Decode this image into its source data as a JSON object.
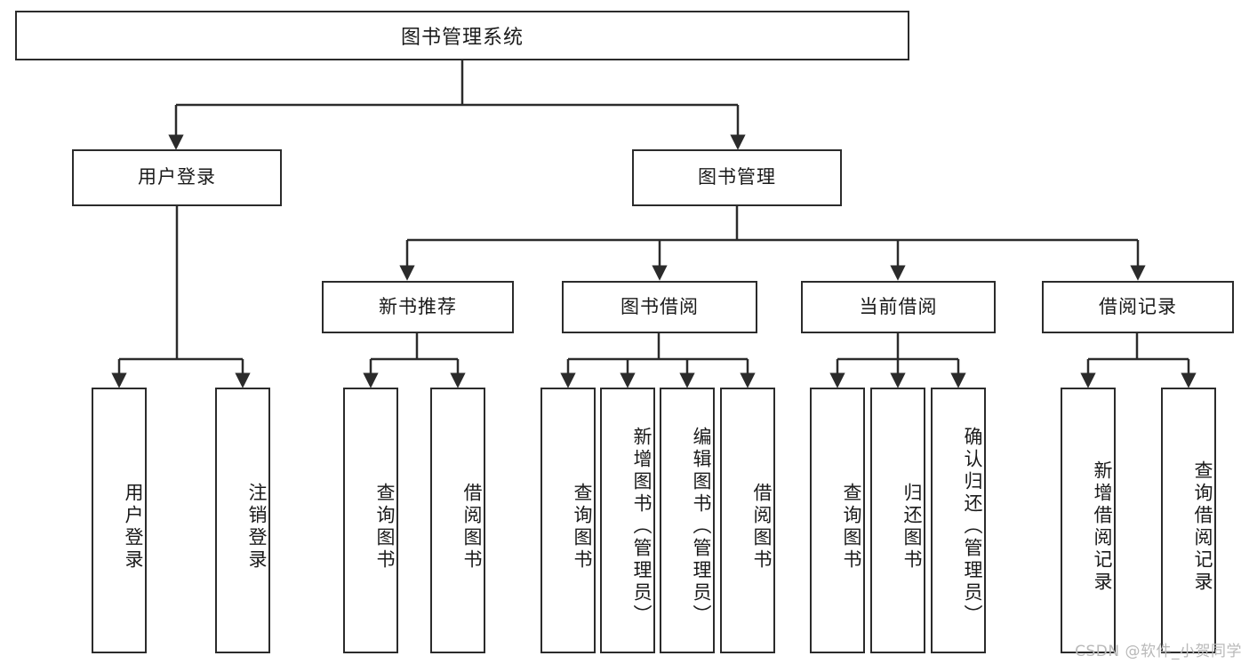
{
  "diagram": {
    "title": "图书管理系统",
    "type": "tree",
    "watermark": "CSDN @软件_小贺同学",
    "colors": {
      "stroke": "#2b2b2b",
      "fill": "#ffffff",
      "text": "#1a1a1a",
      "watermark": "#b9b9b9"
    },
    "levels": {
      "root": {
        "label": "图书管理系统"
      },
      "level2": [
        {
          "label": "用户登录"
        },
        {
          "label": "图书管理"
        }
      ],
      "level3": [
        {
          "label": "新书推荐"
        },
        {
          "label": "图书借阅"
        },
        {
          "label": "当前借阅"
        },
        {
          "label": "借阅记录"
        }
      ],
      "leaves": {
        "user_login": [
          {
            "label": "用户登录"
          },
          {
            "label": "注销登录"
          }
        ],
        "new_book_recommend": [
          {
            "label": "查询图书"
          },
          {
            "label": "借阅图书"
          }
        ],
        "book_borrow": [
          {
            "label": "查询图书"
          },
          {
            "label": "新增图书（管理员）"
          },
          {
            "label": "编辑图书（管理员）"
          },
          {
            "label": "借阅图书"
          }
        ],
        "current_borrow": [
          {
            "label": "查询图书"
          },
          {
            "label": "归还图书"
          },
          {
            "label": "确认归还（管理员）"
          }
        ],
        "borrow_record": [
          {
            "label": "新增借阅记录"
          },
          {
            "label": "查询借阅记录"
          }
        ]
      }
    }
  }
}
